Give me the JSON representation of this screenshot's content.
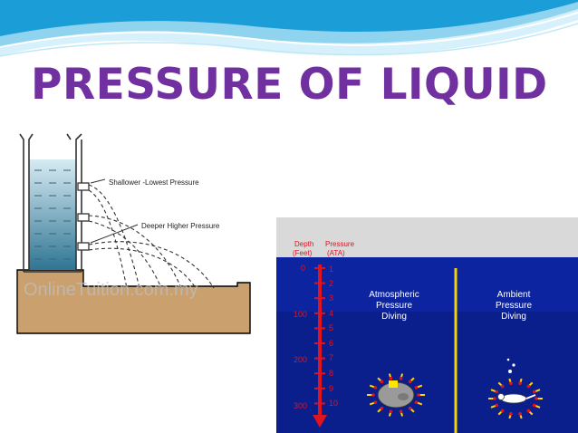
{
  "slide": {
    "title": "PRESSURE OF LIQUID",
    "accent_color": "#7030a0",
    "header_wave_colors": [
      "#1b9dd8",
      "#6fc6ec",
      "#cdeefb"
    ]
  },
  "tank_figure": {
    "labels": {
      "shallow": "Shallower -Lowest Pressure",
      "deep": "Deeper Higher Pressure"
    },
    "watermark": "OnlineTuition.com.my"
  },
  "diving_figure": {
    "depth_header_line1": "Depth",
    "depth_header_line2": "(Feet)",
    "pressure_header_line1": "Pressure",
    "pressure_header_line2": "(ATA)",
    "depth_ticks": [
      "0",
      "100",
      "200",
      "300"
    ],
    "pressure_ticks": [
      "1",
      "2",
      "3",
      "4",
      "5",
      "6",
      "7",
      "8",
      "9",
      "10"
    ],
    "panel_atmospheric": [
      "Atmospheric",
      "Pressure",
      "Diving"
    ],
    "panel_ambient": [
      "Ambient",
      "Pressure",
      "Diving"
    ]
  }
}
